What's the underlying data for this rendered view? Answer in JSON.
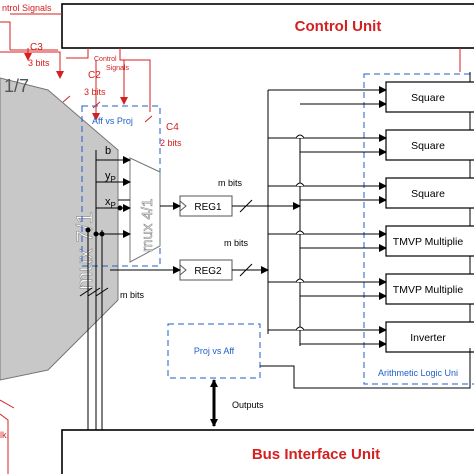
{
  "control_unit": {
    "title": "Control Unit",
    "title_color": "#d42020",
    "signals_label": "ntrol Signals"
  },
  "bus_interface_unit": {
    "title": "Bus Interface Unit",
    "title_color": "#d42020"
  },
  "signals": {
    "c3": "C3",
    "c3_bits": "3 bits",
    "c2": "C2",
    "c2_bits": "3 bits",
    "c4": "C4",
    "c4_bits": "2 bits",
    "control_signals_1": "Control",
    "control_signals_2": "Signals",
    "color": "#d42020"
  },
  "mux_left": {
    "top_label": "1/7",
    "label": "mux 7/1"
  },
  "mux_right": {
    "label": "mux 4/1"
  },
  "aff_vs_proj": "Aff vs Proj",
  "proj_vs_aff": "Proj vs Aff",
  "inputs": {
    "b": "b",
    "yp_main": "y",
    "yp_sub": "P",
    "xp_main": "x",
    "xp_sub": "P"
  },
  "registers": {
    "reg1": "REG1",
    "reg2": "REG2"
  },
  "bus_labels": {
    "m_bits_1": "m bits",
    "m_bits_2": "m bits",
    "m_bits_3": "m bits"
  },
  "alu": {
    "units": [
      "Square",
      "Square",
      "Square",
      "TMVP Multiplie",
      "TMVP Multiplie",
      "Inverter"
    ],
    "label": "Arithmetic Logic Uni",
    "label_color": "#1f5fc8"
  },
  "outputs_label": "Outputs",
  "bottom_left_label": "lk,",
  "dash_color": "#1f5fc8"
}
